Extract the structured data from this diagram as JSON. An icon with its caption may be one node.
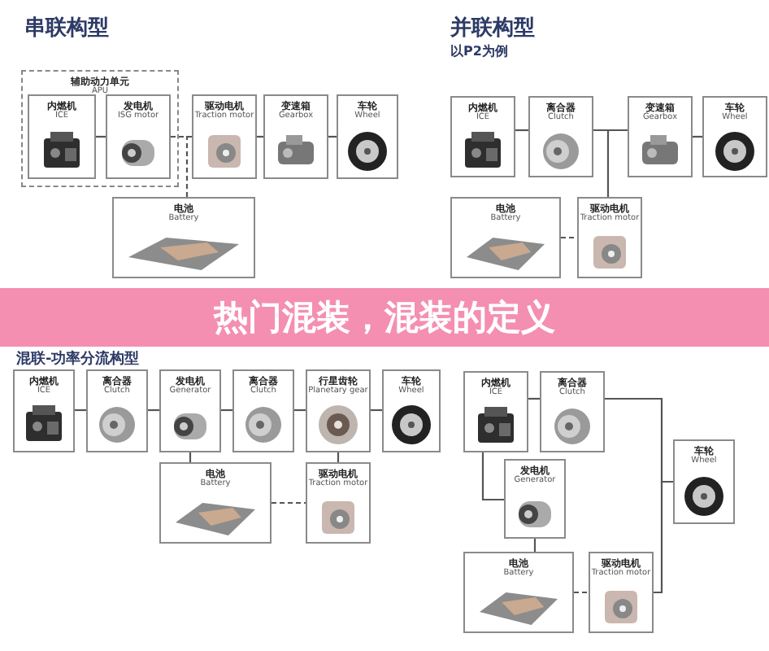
{
  "diagram": {
    "title": "热门混装，混装的定义",
    "nodes": [
      {
        "text": [
          "辅助动力单元",
          "APU"
        ]
      },
      {
        "text": [
          "内燃机",
          "ICE"
        ],
        "in": 0
      },
      {
        "text": [
          "发电机",
          "ISG motor"
        ],
        "in": 0
      },
      {
        "text": [
          "驱动电机",
          "Traction motor"
        ]
      },
      {
        "text": [
          "变速箱",
          "Gearbox"
        ]
      },
      {
        "text": [
          "车轮",
          "Wheel"
        ]
      },
      {
        "text": [
          "电池",
          "Battery"
        ]
      },
      {
        "text": [
          "内燃机",
          "ICE"
        ]
      },
      {
        "text": [
          "离合器",
          "Clutch"
        ]
      },
      {
        "text": [
          "变速箱",
          "Gearbox"
        ]
      },
      {
        "text": [
          "车轮",
          "Wheel"
        ]
      },
      {
        "text": [
          "电池",
          "Battery"
        ]
      },
      {
        "text": [
          "驱动电机",
          "Traction motor"
        ]
      },
      {
        "text": [
          "内燃机",
          "ICE"
        ]
      },
      {
        "text": [
          "离合器",
          "Clutch"
        ]
      },
      {
        "text": [
          "发电机",
          "Generator"
        ]
      },
      {
        "text": [
          "离合器",
          "Clutch"
        ]
      },
      {
        "text": [
          "行星齿轮",
          "Planetary gear"
        ]
      },
      {
        "text": [
          "车轮",
          "Wheel"
        ]
      },
      {
        "text": [
          "电池",
          "Battery"
        ]
      },
      {
        "text": [
          "驱动电机",
          "Traction motor"
        ]
      },
      {
        "text": [
          "内燃机",
          "ICE"
        ]
      },
      {
        "text": [
          "离合器",
          "Clutch"
        ]
      },
      {
        "text": [
          "发电机",
          "Generator"
        ]
      },
      {
        "text": [
          "车轮",
          "Wheel"
        ]
      },
      {
        "text": [
          "电池",
          "Battery"
        ]
      },
      {
        "text": [
          "驱动电机",
          "Traction motor"
        ]
      }
    ],
    "edges": [
      {
        "from": 1,
        "to": 2,
        "arrow": "none"
      },
      {
        "from": 2,
        "to": 3,
        "arrow": "none",
        "style": "dashed"
      },
      {
        "from": 6,
        "to": 3,
        "arrow": "none",
        "style": "dashed"
      },
      {
        "from": 3,
        "to": 4,
        "arrow": "none"
      },
      {
        "from": 4,
        "to": 5,
        "arrow": "none"
      },
      {
        "from": 7,
        "to": 8,
        "arrow": "none"
      },
      {
        "from": 8,
        "to": 9,
        "arrow": "none"
      },
      {
        "from": 12,
        "to": 9,
        "arrow": "none"
      },
      {
        "from": 9,
        "to": 10,
        "arrow": "none"
      },
      {
        "from": 11,
        "to": 12,
        "arrow": "none",
        "style": "dashed"
      },
      {
        "from": 13,
        "to": 14,
        "arrow": "none"
      },
      {
        "from": 14,
        "to": 15,
        "arrow": "none"
      },
      {
        "from": 15,
        "to": 16,
        "arrow": "none"
      },
      {
        "from": 16,
        "to": 17,
        "arrow": "none"
      },
      {
        "from": 17,
        "to": 18,
        "arrow": "none"
      },
      {
        "from": 15,
        "to": 19,
        "arrow": "none"
      },
      {
        "from": 17,
        "to": 20,
        "arrow": "none"
      },
      {
        "from": 19,
        "to": 20,
        "arrow": "none",
        "style": "dashed"
      },
      {
        "from": 21,
        "to": 22,
        "arrow": "none"
      },
      {
        "from": 21,
        "to": 23,
        "arrow": "none"
      },
      {
        "from": 22,
        "to": 24,
        "arrow": "none"
      },
      {
        "from": 26,
        "to": 24,
        "arrow": "none"
      },
      {
        "from": 23,
        "to": 25,
        "arrow": "none"
      },
      {
        "from": 25,
        "to": 26,
        "arrow": "none",
        "style": "dashed"
      }
    ],
    "labels": [
      "串联构型",
      "并联构型",
      "以P2为例",
      "混联-功率分流构型"
    ]
  }
}
